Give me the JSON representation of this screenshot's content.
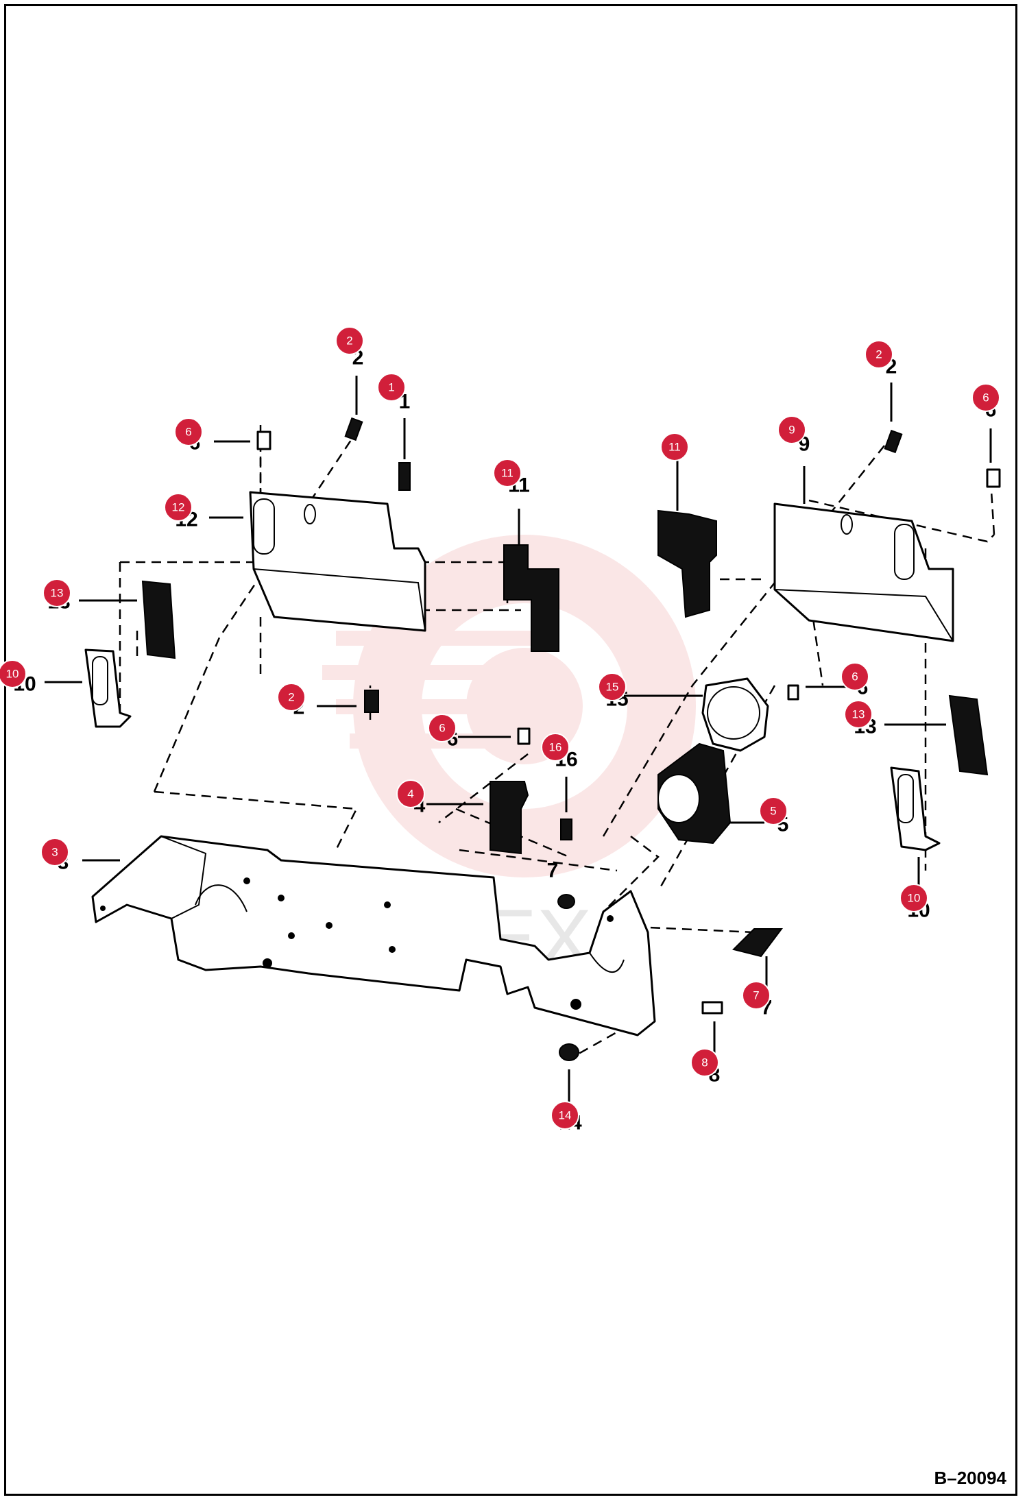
{
  "document_code": "B–20094",
  "watermark_text": "ИНТЕХ",
  "colors": {
    "callout": "#d11f3a",
    "watermark": "#f3b8b8",
    "line": "#000000"
  },
  "callouts": [
    {
      "id": "c-2a",
      "num": "2"
    },
    {
      "id": "c-1",
      "num": "1"
    },
    {
      "id": "c-6a",
      "num": "6"
    },
    {
      "id": "c-12",
      "num": "12"
    },
    {
      "id": "c-13a",
      "num": "13"
    },
    {
      "id": "c-10a",
      "num": "10"
    },
    {
      "id": "c-2b",
      "num": "2"
    },
    {
      "id": "c-11a",
      "num": "11"
    },
    {
      "id": "c-11b",
      "num": "11"
    },
    {
      "id": "c-9",
      "num": "9"
    },
    {
      "id": "c-2c",
      "num": "2"
    },
    {
      "id": "c-6b",
      "num": "6"
    },
    {
      "id": "c-15",
      "num": "15"
    },
    {
      "id": "c-6c",
      "num": "6"
    },
    {
      "id": "c-13b",
      "num": "13"
    },
    {
      "id": "c-6d",
      "num": "6"
    },
    {
      "id": "c-16",
      "num": "16"
    },
    {
      "id": "c-4",
      "num": "4"
    },
    {
      "id": "c-5",
      "num": "5"
    },
    {
      "id": "c-3",
      "num": "3"
    },
    {
      "id": "c-10b",
      "num": "10"
    },
    {
      "id": "c-7",
      "num": "7"
    },
    {
      "id": "c-8",
      "num": "8"
    },
    {
      "id": "c-14",
      "num": "14"
    }
  ],
  "labels": [
    {
      "id": "l-2a",
      "text": "2"
    },
    {
      "id": "l-1",
      "text": "1"
    },
    {
      "id": "l-6a",
      "text": "6"
    },
    {
      "id": "l-12",
      "text": "12"
    },
    {
      "id": "l-13a",
      "text": "13"
    },
    {
      "id": "l-10a",
      "text": "10"
    },
    {
      "id": "l-2b",
      "text": "2"
    },
    {
      "id": "l-11a",
      "text": "11"
    },
    {
      "id": "l-9",
      "text": "9"
    },
    {
      "id": "l-2c",
      "text": "2"
    },
    {
      "id": "l-6b",
      "text": "6"
    },
    {
      "id": "l-15",
      "text": "15"
    },
    {
      "id": "l-6c",
      "text": "6"
    },
    {
      "id": "l-13b",
      "text": "13"
    },
    {
      "id": "l-6d",
      "text": "6"
    },
    {
      "id": "l-16",
      "text": "16"
    },
    {
      "id": "l-4",
      "text": "4"
    },
    {
      "id": "l-5",
      "text": "5"
    },
    {
      "id": "l-3",
      "text": "3"
    },
    {
      "id": "l-7a",
      "text": "7"
    },
    {
      "id": "l-10b",
      "text": "10"
    },
    {
      "id": "l-7b",
      "text": "7"
    },
    {
      "id": "l-8",
      "text": "8"
    },
    {
      "id": "l-14",
      "text": "14"
    }
  ]
}
